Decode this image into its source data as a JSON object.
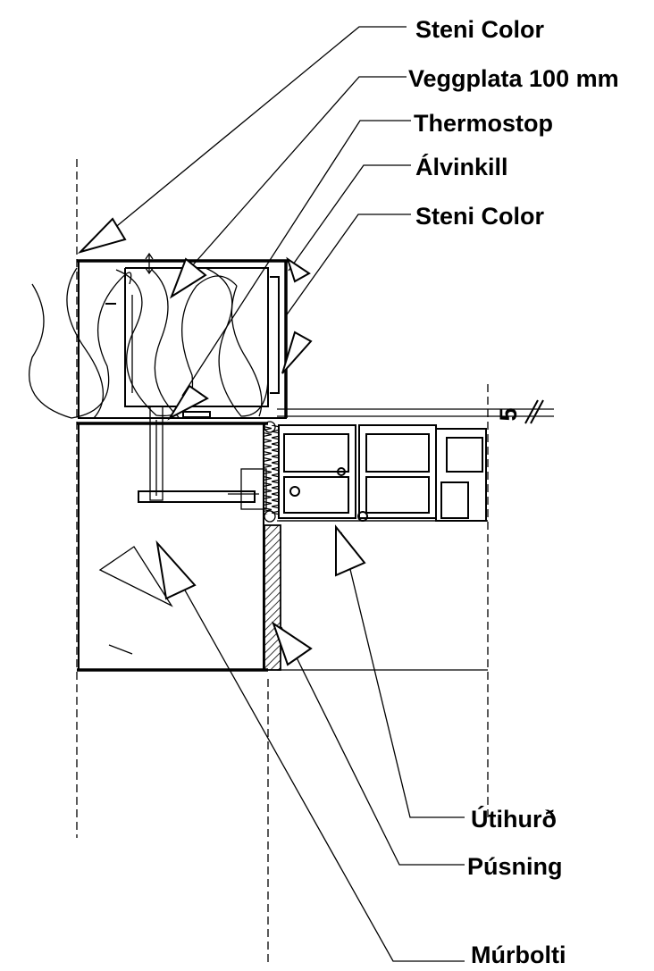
{
  "labels": {
    "steni_color_top": "Steni Color",
    "veggplata": "Veggplata 100 mm",
    "thermostop": "Thermostop",
    "alvinkill": "Álvinkill",
    "steni_color_side": "Steni Color",
    "utihurd": "Útihurð",
    "pusning": "Púsning",
    "murbolti": "Múrbolti",
    "dimension_5": "5"
  },
  "colors": {
    "line": "#000000",
    "background": "#ffffff"
  }
}
